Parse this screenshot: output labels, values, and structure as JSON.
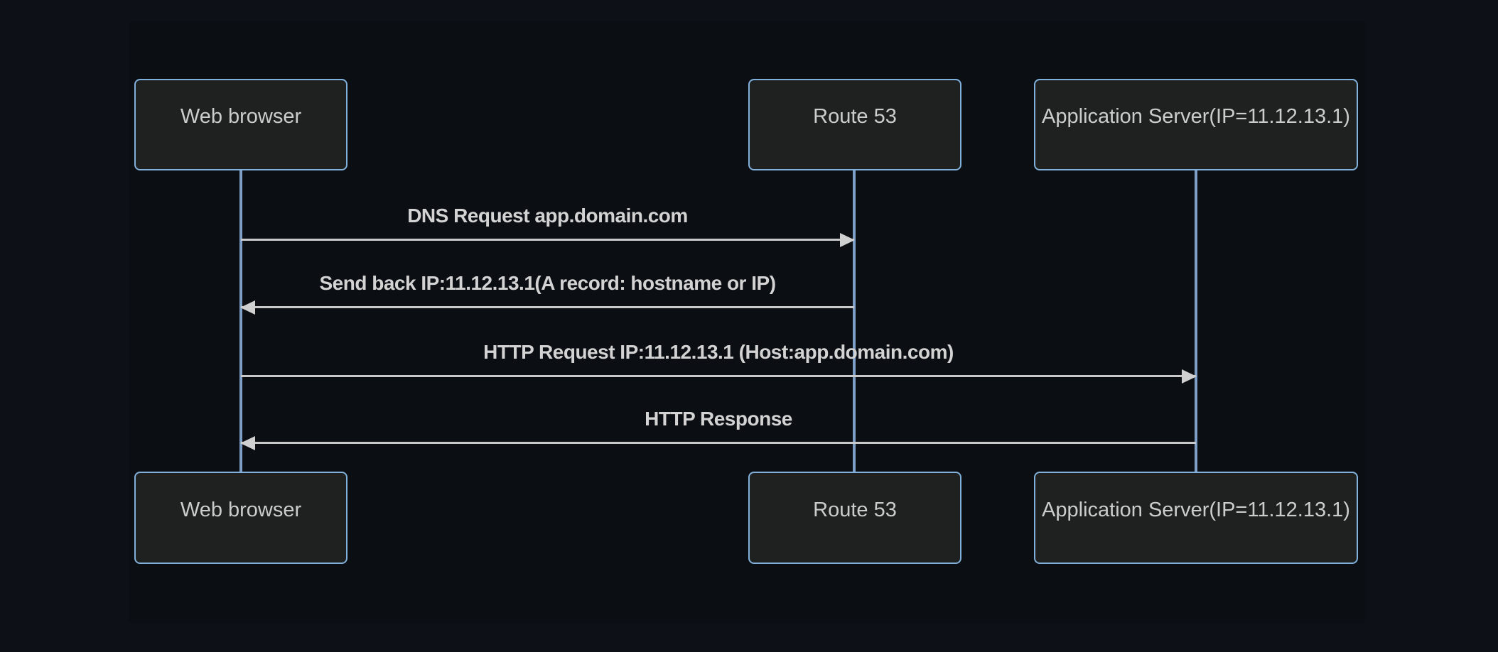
{
  "diagram": {
    "type": "sequence",
    "actors": [
      {
        "id": "browser",
        "name": "Web browser"
      },
      {
        "id": "route53",
        "name": "Route 53"
      },
      {
        "id": "appserver",
        "name": "Application Server(IP=11.12.13.1)"
      }
    ],
    "messages": [
      {
        "from": "browser",
        "to": "route53",
        "direction": "right",
        "label": "DNS Request app.domain.com"
      },
      {
        "from": "route53",
        "to": "browser",
        "direction": "left",
        "label": "Send back IP:11.12.13.1(A record: hostname or IP)"
      },
      {
        "from": "browser",
        "to": "appserver",
        "direction": "right",
        "label": "HTTP Request IP:11.12.13.1 (Host:app.domain.com)"
      },
      {
        "from": "appserver",
        "to": "browser",
        "direction": "left",
        "label": "HTTP Response"
      }
    ],
    "colors": {
      "background": "#0d1117",
      "panel": "#0b0e13",
      "actor_fill": "#1f2020",
      "actor_border": "#81b1db",
      "actor_text": "#cccccc",
      "lifeline": "#7d9fc7",
      "signal_line": "#c9c9c9",
      "signal_text": "#d3d3d3"
    }
  }
}
